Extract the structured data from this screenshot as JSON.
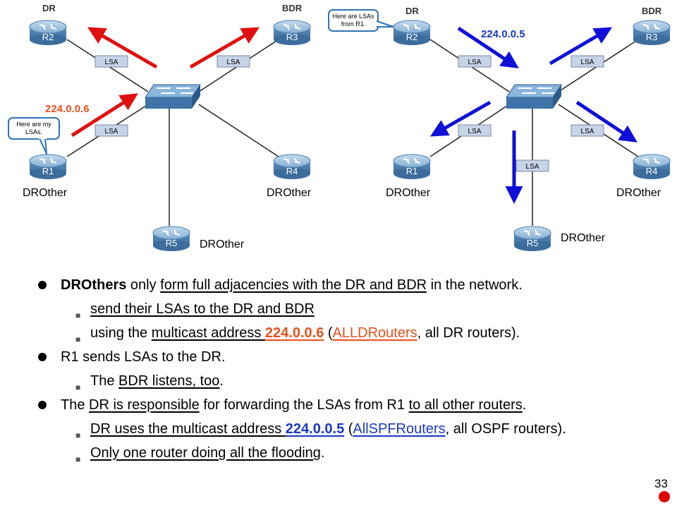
{
  "roles": {
    "dr": "DR",
    "bdr": "BDR",
    "drother": "DROther"
  },
  "routers": {
    "r1": "R1",
    "r2": "R2",
    "r3": "R3",
    "r4": "R4",
    "r5": "R5"
  },
  "lsa_label": "LSA",
  "left": {
    "mcast": "224.0.0.6",
    "callout": [
      "Here are my",
      "LSAs."
    ]
  },
  "right": {
    "mcast": "224.0.0.5",
    "callout": [
      "Here are LSAs",
      "from R1."
    ]
  },
  "colors": {
    "red": "#e8501e",
    "blue": "#1b38c4",
    "red_arrow": "#e01010",
    "blue_arrow": "#1010d8"
  },
  "bullets": {
    "b1": {
      "t1": "DROthers",
      "t2": " only ",
      "t3": "form full adjacencies with the DR and BDR",
      "t4": " in the network."
    },
    "b1a": {
      "t1": "send their LSAs to the DR and BDR"
    },
    "b1b": {
      "t1": "using the ",
      "t2": "multicast address ",
      "t3": "224.0.0.6",
      "t4": " (",
      "t5": "ALLDRouters",
      "t6": ", all DR routers)."
    },
    "b2": {
      "t1": "R1 sends LSAs to the DR."
    },
    "b2a": {
      "t1": "The ",
      "t2": "BDR listens, too",
      "t3": "."
    },
    "b3": {
      "t1": "The ",
      "t2": "DR is responsible",
      "t3": " for forwarding the LSAs from R1 ",
      "t4": "to all other routers",
      "t5": "."
    },
    "b3a": {
      "t1": "DR uses the multicast address ",
      "t2": "224.0.0.5",
      "t3": " (",
      "t4": "AllSPFRouters",
      "t5": ", all OSPF routers)."
    },
    "b3b": {
      "t1": "Only one router doing all the flooding",
      "t2": "."
    }
  },
  "page_number": "33"
}
